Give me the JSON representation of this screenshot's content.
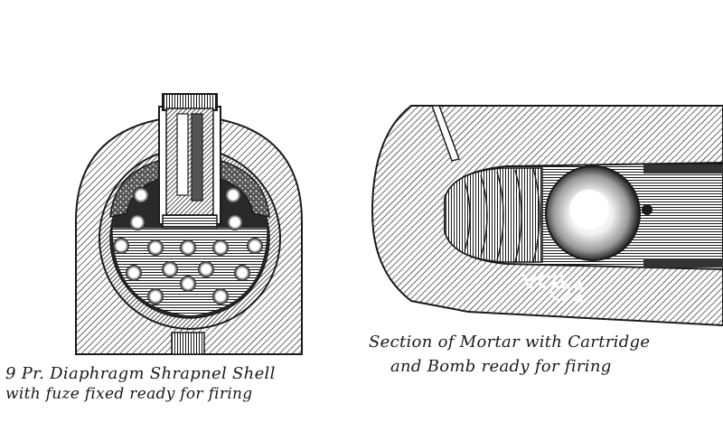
{
  "left_figure": {
    "caption_line_1": "9 Pr. Diaphragm Shrapnel Shell",
    "caption_line_2": "with fuze fixed ready for firing"
  },
  "right_figure": {
    "caption_line_1": "Section of Mortar with Cartridge",
    "caption_line_2": "and Bomb ready for firing"
  },
  "watermark": {
    "text": "VCG"
  },
  "colors": {
    "ink": "#1a1a1a",
    "paper": "#ffffff"
  }
}
